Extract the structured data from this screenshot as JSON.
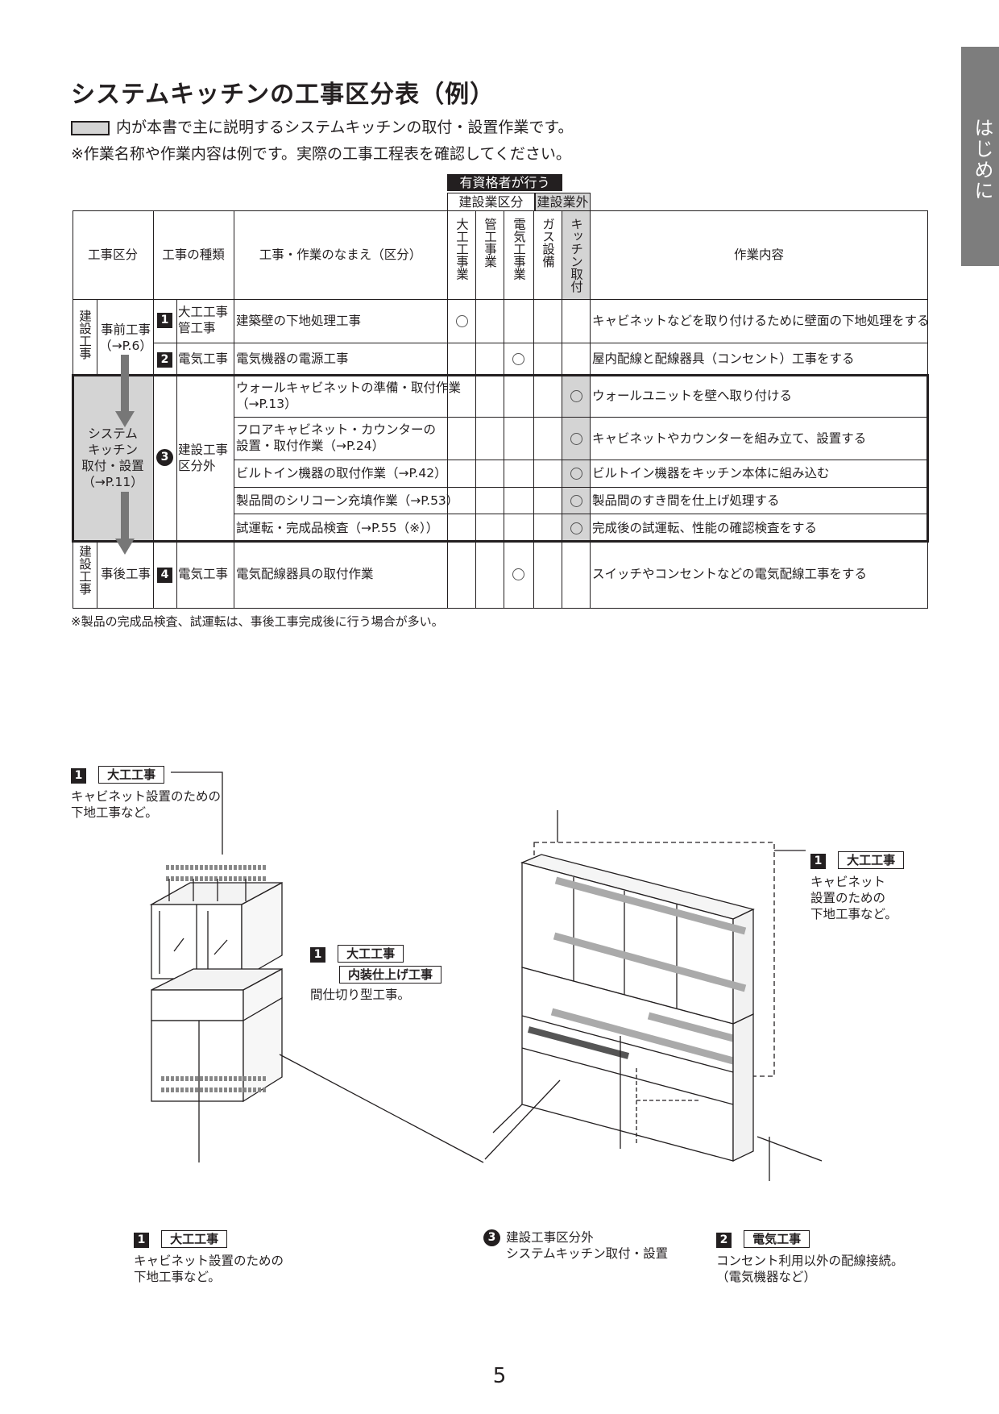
{
  "side_tab": "はじめに",
  "title": "システムキッチンの工事区分表（例）",
  "intro_line1": "内が本書で主に説明するシステムキッチンの取付・設置作業です。",
  "intro_line2": "※作業名称や作業内容は例です。実際の工事工程表を確認してください。",
  "table": {
    "top_header": "有資格者が行う",
    "group1": "建設業区分",
    "group2": "建設業外",
    "col_kubun": "工事区分",
    "col_shurui": "工事の種類",
    "col_namae": "工事・作業のなまえ（区分）",
    "col_daiku": "大工工事業",
    "col_kan": "管工事業",
    "col_denki": "電気工事業",
    "col_gas": "ガス設備",
    "col_kitchen": "キッチン取付",
    "col_naiyou": "作業内容",
    "group_kensetsu_top": "建設工事",
    "group_kensetsu_bottom": "建設工事",
    "pre_work": "事前工事",
    "pre_work_ref": "（→P.6）",
    "system_label": "システム\nキッチン\n取付・設置\n（→P.11）",
    "post_work": "事後工事",
    "num1": "1",
    "num2": "2",
    "num3": "3",
    "num4": "4",
    "type1": "大工工事\n管工事",
    "type2": "電気工事",
    "type3": "建設工事\n区分外",
    "type4": "電気工事",
    "rows": [
      {
        "name": "建築壁の下地処理工事",
        "content": "キャビネットなどを取り付けるために壁面の下地処理をする"
      },
      {
        "name": "電気機器の電源工事",
        "content": "屋内配線と配線器具（コンセント）工事をする"
      },
      {
        "name": "ウォールキャビネットの準備・取付作業\n（→P.13）",
        "content": "ウォールユニットを壁へ取り付ける"
      },
      {
        "name": "フロアキャビネット・カウンターの\n設置・取付作業（→P.24）",
        "content": "キャビネットやカウンターを組み立て、設置する"
      },
      {
        "name": "ビルトイン機器の取付作業（→P.42）",
        "content": "ビルトイン機器をキッチン本体に組み込む"
      },
      {
        "name": "製品間のシリコーン充填作業（→P.53）",
        "content": "製品間のすき間を仕上げ処理する"
      },
      {
        "name": "試運転・完成品検査（→P.55（※））",
        "content": "完成後の試運転、性能の確認検査をする"
      },
      {
        "name": "電気配線器具の取付作業",
        "content": "スイッチやコンセントなどの電気配線工事をする"
      }
    ]
  },
  "footnote": "※製品の完成品検査、試運転は、事後工事完成後に行う場合が多い。",
  "callouts": {
    "c1_num": "1",
    "c1_label": "大工工事",
    "c1_text": "キャビネット設置のための\n下地工事など。",
    "c2_num": "1",
    "c2_label": "大工工事",
    "c2_label2": "内装仕上げ工事",
    "c2_text": "間仕切り型工事。",
    "c3_num": "1",
    "c3_label": "大工工事",
    "c3_text": "キャビネット設置のための\n下地工事など。",
    "c4_num": "3",
    "c4_text": "建設工事区分外\nシステムキッチン取付・設置",
    "c5_num": "1",
    "c5_label": "大工工事",
    "c5_text": "キャビネット\n設置のための\n下地工事など。",
    "c6_num": "2",
    "c6_label": "電気工事",
    "c6_text": "コンセント利用以外の配線接続。\n（電気機器など）"
  },
  "page_number": "5",
  "colors": {
    "highlight": "#d4d4d4",
    "side_tab": "#7d7d7d",
    "ink": "#231f20"
  }
}
